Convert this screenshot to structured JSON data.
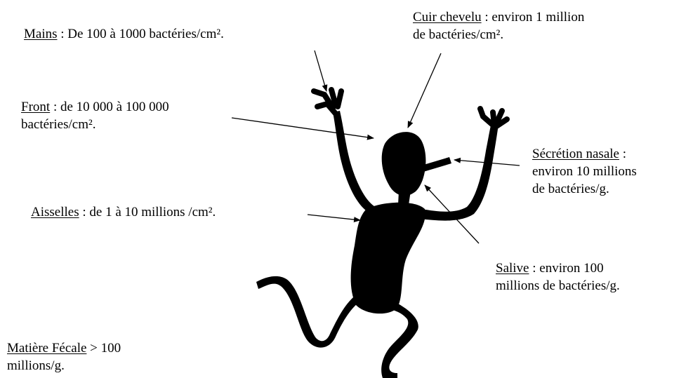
{
  "annotations": {
    "mains": {
      "term": "Mains",
      "text": " : De 100 à 1000 bactéries/cm²."
    },
    "cuir_chevelu": {
      "term": "Cuir chevelu",
      "line1": " : environ 1 million",
      "line2": "de bactéries/cm²."
    },
    "front": {
      "term": "Front",
      "line1": " : de 10 000 à 100 000",
      "line2": "bactéries/cm²."
    },
    "secretion_nasale": {
      "term": "Sécrétion nasale",
      "line1": " :",
      "line2": "environ 10 millions",
      "line3": "de bactéries/g."
    },
    "aisselles": {
      "term": "Aisselles",
      "text": " : de 1 à 10 millions /cm²."
    },
    "salive": {
      "term": "Salive",
      "line1": " : environ 100",
      "line2": "millions de bactéries/g."
    },
    "matiere_fecale": {
      "term": "Matière Fécale",
      "line1": " > 100",
      "line2": "millions/g."
    }
  },
  "colors": {
    "figure": "#000000",
    "text": "#000000",
    "background": "#ffffff"
  }
}
